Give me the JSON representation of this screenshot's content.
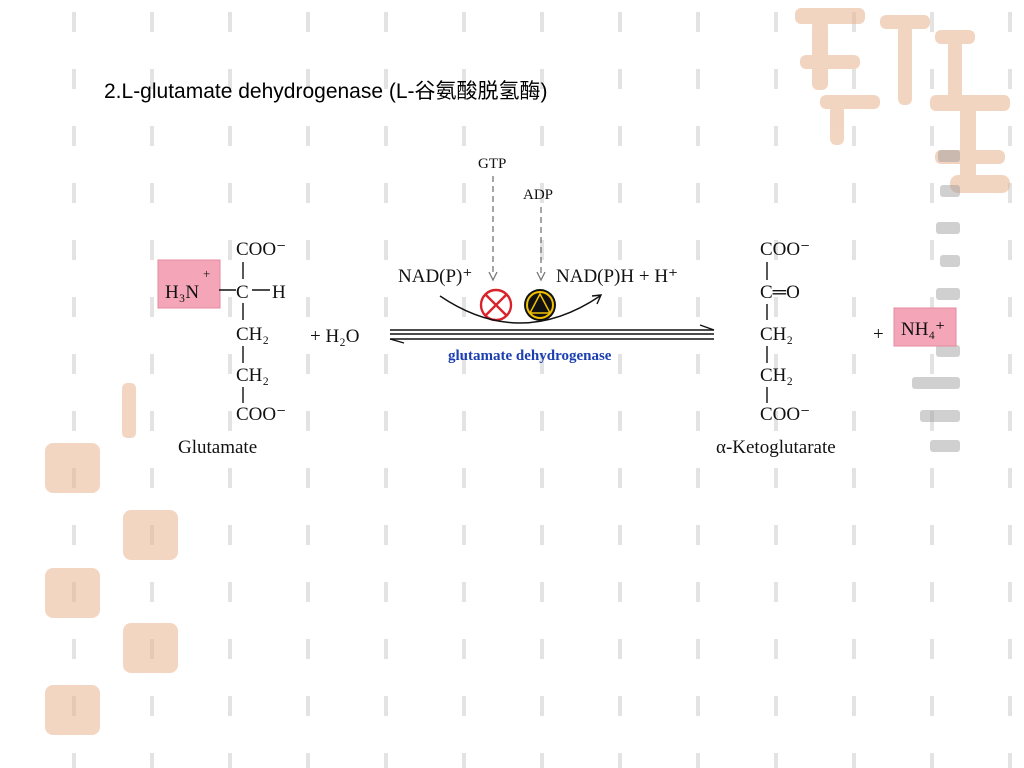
{
  "slide": {
    "title": "2.L-glutamate dehydrogenase (L-谷氨酸脱氢酶)"
  },
  "reaction": {
    "glutamate_name": "Glutamate",
    "ketoglutarate_name": "α-Ketoglutarate",
    "water_label": "+ H₂O",
    "ammonium": "NH₄⁺",
    "plus": "+",
    "nadp": "NAD(P)⁺",
    "nadph": "NAD(P)H + H⁺",
    "gtp": "GTP",
    "adp": "ADP",
    "enzyme": "glutamate dehydrogenase",
    "inhibitor_symbol": "inhibitor (circle-x)",
    "activator_symbol": "activator (triangle)",
    "glutamate_groups": {
      "amine": "H₃N",
      "amine_charge": "+",
      "carboxyl_top": "COO⁻",
      "alpha_c": "C",
      "alpha_h": "H",
      "ch2_1": "CH₂",
      "ch2_2": "CH₂",
      "carboxyl_bottom": "COO⁻"
    },
    "ketoglutarate_groups": {
      "carboxyl_top": "COO⁻",
      "carbonyl": "C═O",
      "ch2_1": "CH₂",
      "ch2_2": "CH₂",
      "carboxyl_bottom": "COO⁻"
    }
  },
  "colors": {
    "highlight_pink": "#f4a6b8",
    "enzyme_blue": "#1b3fb0",
    "inhibitor_red": "#d8232a",
    "activator_yellow": "#f2c200",
    "watermark_orange": "#e9b48f"
  }
}
